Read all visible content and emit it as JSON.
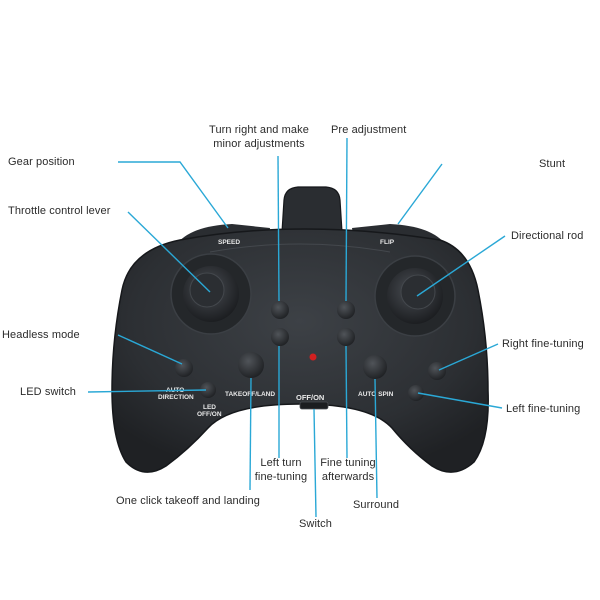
{
  "diagram": {
    "labels": {
      "gear_position": "Gear position",
      "throttle_control_lever": "Throttle control lever",
      "headless_mode": "Headless mode",
      "led_switch": "LED switch",
      "turn_right_line1": "Turn right and make",
      "turn_right_line2": "minor adjustments",
      "pre_adjustment": "Pre adjustment",
      "stunt": "Stunt",
      "directional_rod": "Directional rod",
      "right_fine_tuning": "Right fine-tuning",
      "left_fine_tuning": "Left fine-tuning",
      "left_turn_line1": "Left turn",
      "left_turn_line2": "fine-tuning",
      "fine_tuning_afterwards_line1": "Fine tuning",
      "fine_tuning_afterwards_line2": "afterwards",
      "one_click_takeoff": "One click takeoff and landing",
      "surround": "Surround",
      "switch": "Switch"
    },
    "controller_text": {
      "speed": "SPEED",
      "flip": "FLIP",
      "auto_direction_line1": "AUTO",
      "auto_direction_line2": "DIRECTION",
      "led_line1": "LED",
      "led_line2": "OFF/ON",
      "takeoff_land": "TAKEOFF/LAND",
      "off_on": "OFF/ON",
      "auto_spin": "AUTO SPIN"
    },
    "colors": {
      "leader_line": "#2aa8d6",
      "controller_body": "#2f3236",
      "indicator_led": "#d22020"
    }
  }
}
